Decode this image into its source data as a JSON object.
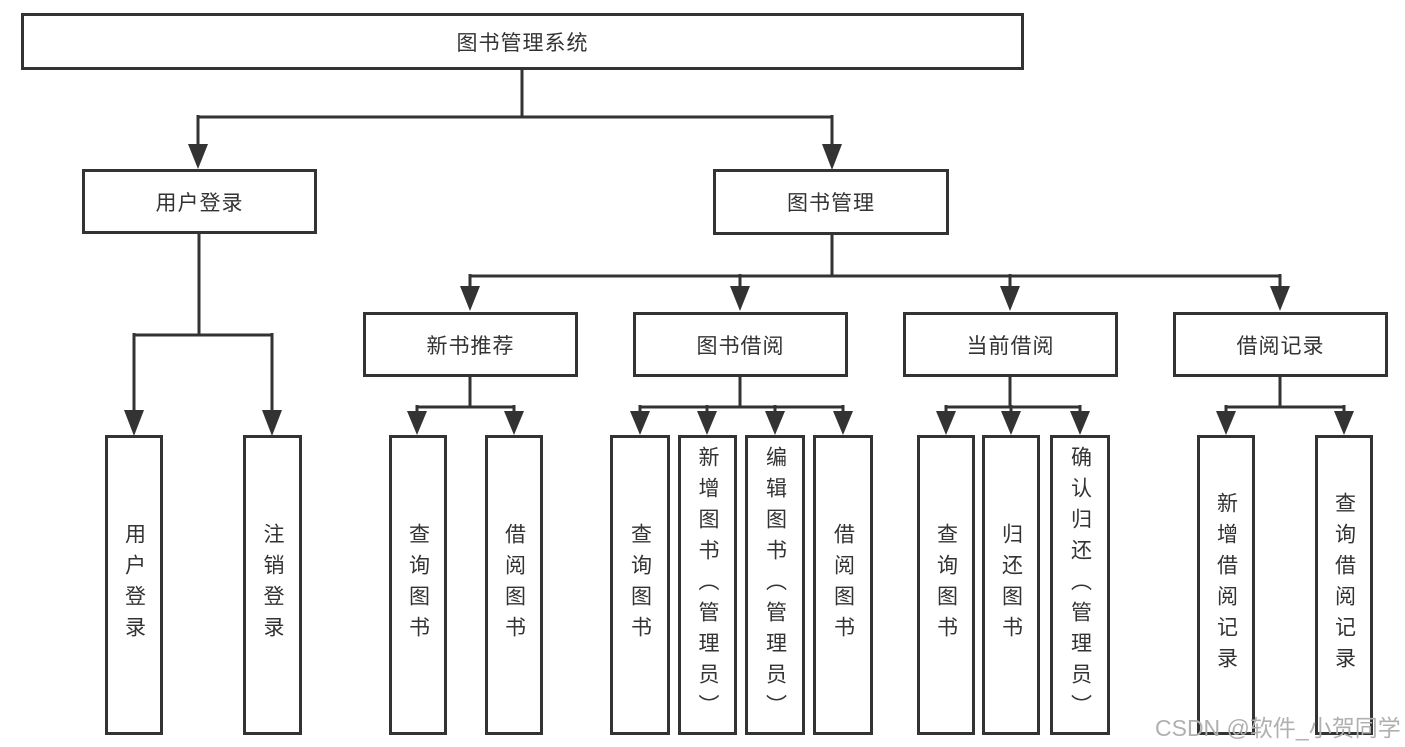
{
  "tree": {
    "label": "图书管理系统",
    "children": [
      {
        "label": "用户登录",
        "children": [
          {
            "label": "用户登录"
          },
          {
            "label": "注销登录"
          }
        ]
      },
      {
        "label": "图书管理",
        "children": [
          {
            "label": "新书推荐",
            "children": [
              {
                "label": "查询图书"
              },
              {
                "label": "借阅图书"
              }
            ]
          },
          {
            "label": "图书借阅",
            "children": [
              {
                "label": "查询图书"
              },
              {
                "label": "新增图书（管理员）"
              },
              {
                "label": "编辑图书（管理员）"
              },
              {
                "label": "借阅图书"
              }
            ]
          },
          {
            "label": "当前借阅",
            "children": [
              {
                "label": "查询图书"
              },
              {
                "label": "归还图书"
              },
              {
                "label": "确认归还（管理员）"
              }
            ]
          },
          {
            "label": "借阅记录",
            "children": [
              {
                "label": "新增借阅记录"
              },
              {
                "label": "查询借阅记录"
              }
            ]
          }
        ]
      }
    ]
  },
  "watermark": {
    "text": "CSDN @软件_小贺同学"
  },
  "colors": {
    "line": "#333333",
    "text": "#333333",
    "fill": "#ffffff",
    "wm": "#b0b0b0"
  }
}
